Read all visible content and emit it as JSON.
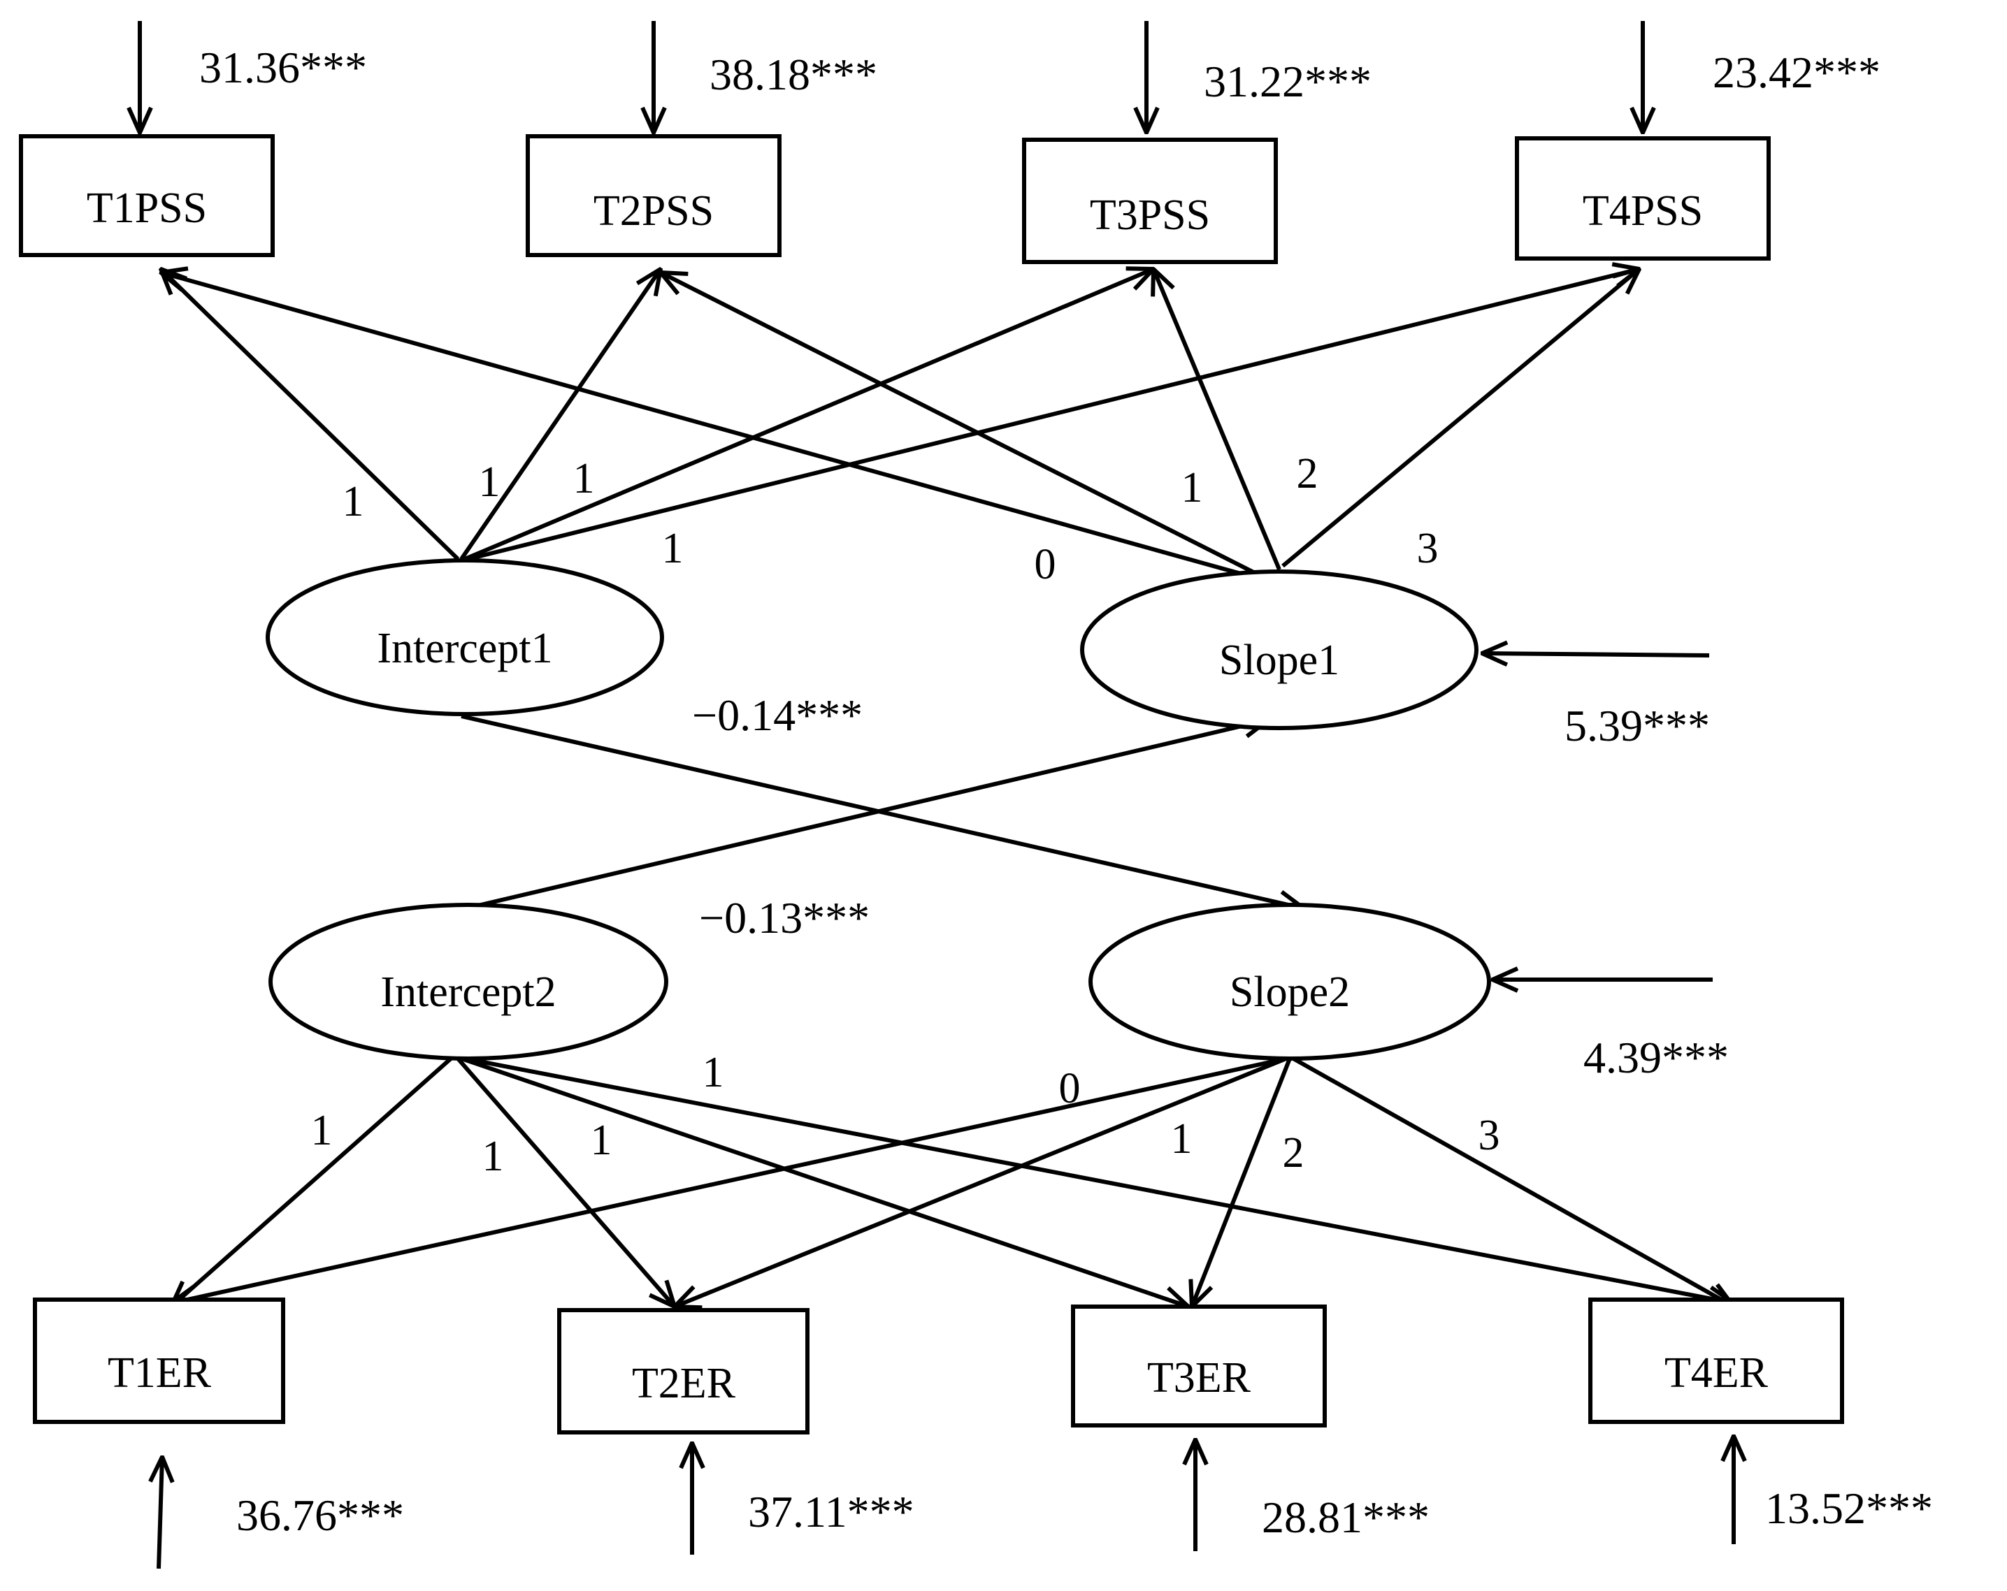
{
  "observed_top": [
    "T1PSS",
    "T2PSS",
    "T3PSS",
    "T4PSS"
  ],
  "observed_bottom": [
    "T1ER",
    "T2ER",
    "T3ER",
    "T4ER"
  ],
  "latent": {
    "intercept1": "Intercept1",
    "slope1": "Slope1",
    "intercept2": "Intercept2",
    "slope2": "Slope2"
  },
  "residuals_top": [
    "31.36***",
    "38.18***",
    "31.22***",
    "23.42***"
  ],
  "residuals_bottom": [
    "36.76***",
    "37.11***",
    "28.81***",
    "13.52***"
  ],
  "latent_residuals": {
    "slope1": "5.39***",
    "slope2": "4.39***"
  },
  "cross_paths": {
    "intercept1_to_slope2": "−0.14***",
    "intercept2_to_slope1": "−0.13***"
  },
  "loadings_top": {
    "intercept": [
      "1",
      "1",
      "1",
      "1"
    ],
    "slope": [
      "0",
      "1",
      "2",
      "3"
    ]
  },
  "loadings_bottom": {
    "intercept": [
      "1",
      "1",
      "1",
      "1"
    ],
    "slope": [
      "0",
      "1",
      "2",
      "3"
    ]
  },
  "colors": {
    "ink": "#000000",
    "background": "#ffffff"
  }
}
